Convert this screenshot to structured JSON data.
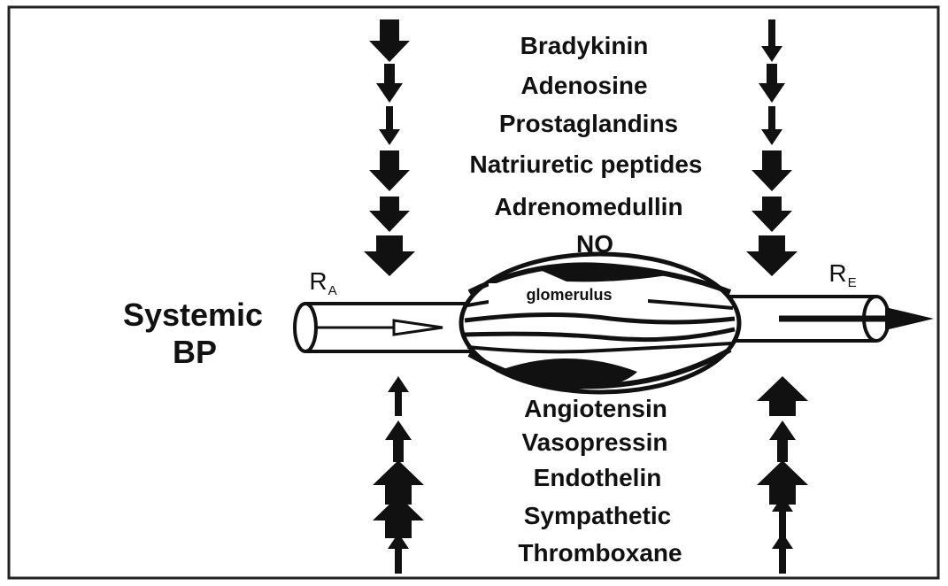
{
  "diagram": {
    "vasodilators": [
      "Bradykinin",
      "Adenosine",
      "Prostaglandins",
      "Natriuretic peptides",
      "Adrenomedullin",
      "NO"
    ],
    "vasoconstrictors": [
      "Angiotensin",
      "Vasopressin",
      "Endothelin",
      "Sympathetic",
      "Thromboxane"
    ],
    "systemic_bp": {
      "line1": "Systemic",
      "line2": "BP"
    },
    "afferent": {
      "main": "R",
      "sub": "A"
    },
    "efferent": {
      "main": "R",
      "sub": "E"
    },
    "glomerulus_label": "glomerulus",
    "arrows": {
      "afferent_down": [
        "large",
        "medium",
        "small",
        "large",
        "large",
        "xlarge"
      ],
      "efferent_down": [
        "small",
        "medium",
        "small",
        "large",
        "large",
        "xlarge"
      ],
      "afferent_up": [
        "small",
        "medium",
        "xlarge",
        "xlarge",
        "small"
      ],
      "efferent_up": [
        "xlarge",
        "medium",
        "xlarge",
        "small",
        "small"
      ]
    },
    "colors": {
      "ink": "#111111",
      "background": "#ffffff",
      "frame": "#222222"
    }
  }
}
